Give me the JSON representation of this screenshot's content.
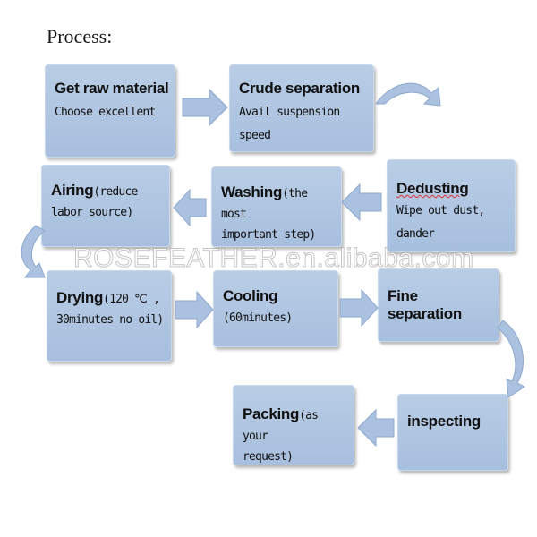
{
  "title": "Process:",
  "watermark": "ROSEFEATHER.en.alibaba.com",
  "colors": {
    "box_fill": "#a7bfde",
    "arrow_fill": "#aac1e0",
    "arrow_stroke": "#8ea8cc"
  },
  "steps": {
    "get_raw": {
      "title": "Get raw material",
      "desc": "Choose excellent"
    },
    "crude": {
      "title": "Crude separation",
      "desc": "Avail suspension speed"
    },
    "dedust": {
      "title": "Dedusting",
      "desc": "Wipe out dust, dander"
    },
    "washing": {
      "title": "Washing",
      "desc_inline": "(the  most",
      "desc2": "important step)"
    },
    "airing": {
      "title": "Airing",
      "desc_inline": "(reduce",
      "desc2": "labor source)"
    },
    "drying": {
      "title": "Drying",
      "desc_inline": "(120 ℃ ,",
      "desc2": "30minutes no oil)"
    },
    "cooling": {
      "title": "Cooling",
      "desc": "(60minutes)"
    },
    "fine": {
      "title": "Fine separation"
    },
    "inspect": {
      "title": "inspecting"
    },
    "packing": {
      "title": "Packing",
      "desc_inline": "(as  your",
      "desc2": "request)"
    }
  }
}
